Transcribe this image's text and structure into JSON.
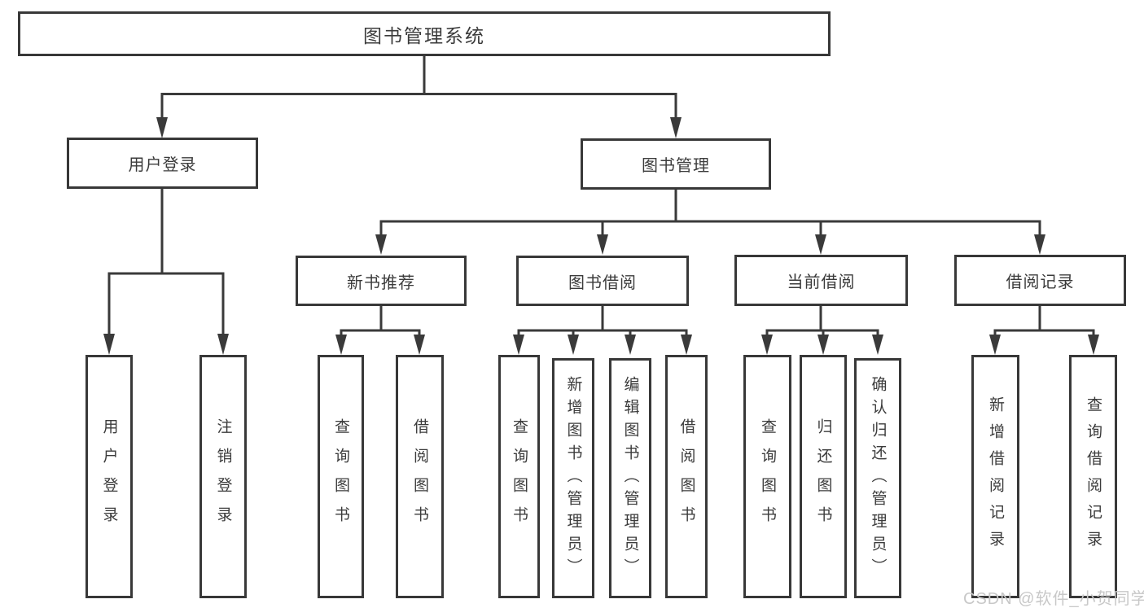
{
  "diagram": {
    "root": {
      "label": "图书管理系统"
    },
    "branches": [
      {
        "label": "用户登录",
        "leaves": [
          {
            "label": "用户登录"
          },
          {
            "label": "注销登录"
          }
        ]
      },
      {
        "label": "图书管理",
        "groups": [
          {
            "label": "新书推荐",
            "leaves": [
              {
                "label": "查询图书"
              },
              {
                "label": "借阅图书"
              }
            ]
          },
          {
            "label": "图书借阅",
            "leaves": [
              {
                "label": "查询图书"
              },
              {
                "label": "新增图书（管理员）"
              },
              {
                "label": "编辑图书（管理员）"
              },
              {
                "label": "借阅图书"
              }
            ]
          },
          {
            "label": "当前借阅",
            "leaves": [
              {
                "label": "查询图书"
              },
              {
                "label": "归还图书"
              },
              {
                "label": "确认归还（管理员）"
              }
            ]
          },
          {
            "label": "借阅记录",
            "leaves": [
              {
                "label": "新增借阅记录"
              },
              {
                "label": "查询借阅记录"
              }
            ]
          }
        ]
      }
    ]
  },
  "watermark": {
    "text": "CSDN @软件_小贺同学"
  },
  "colors": {
    "line": "#3a3a3a",
    "border": "#383838",
    "text": "#3b3b3b",
    "background": "#ffffff",
    "watermark": "#c8c8c8"
  }
}
